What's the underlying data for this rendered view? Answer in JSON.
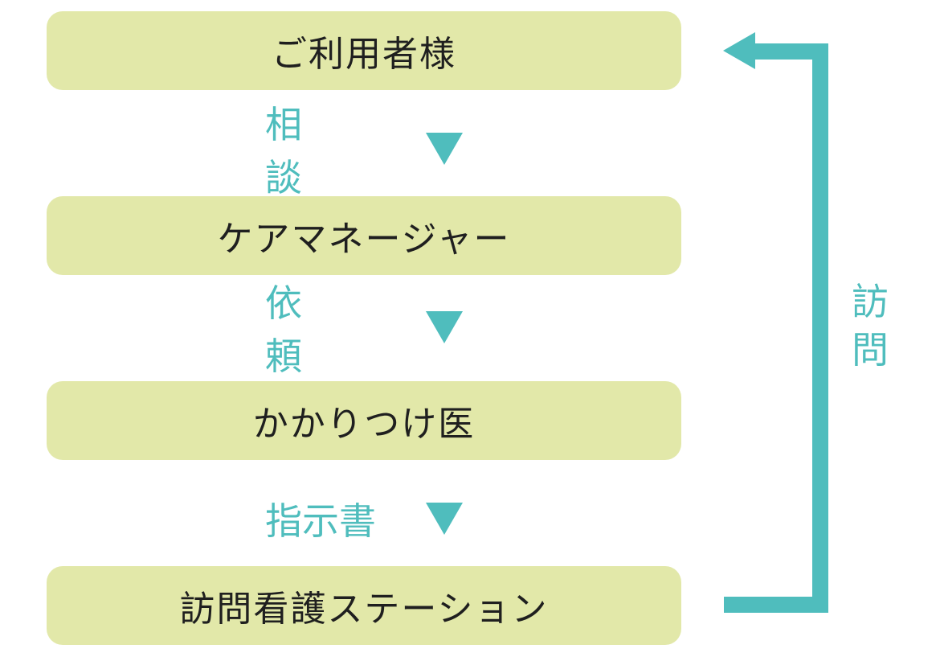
{
  "colors": {
    "box_background": "#e2e8a9",
    "accent": "#4fbdbd",
    "text": "#1f1f1f"
  },
  "nodes": [
    {
      "label": "ご利用者様"
    },
    {
      "label": "ケアマネージャー"
    },
    {
      "label": "かかりつけ医"
    },
    {
      "label": "訪問看護ステーション"
    }
  ],
  "steps": [
    {
      "label": "相談",
      "icon": "triangle-down-icon"
    },
    {
      "label": "依頼",
      "icon": "triangle-down-icon"
    },
    {
      "label": "指示書",
      "icon": "triangle-down-icon"
    }
  ],
  "return_loop": {
    "label_line1": "訪",
    "label_line2": "問",
    "icon": "arrow-left-icon"
  }
}
